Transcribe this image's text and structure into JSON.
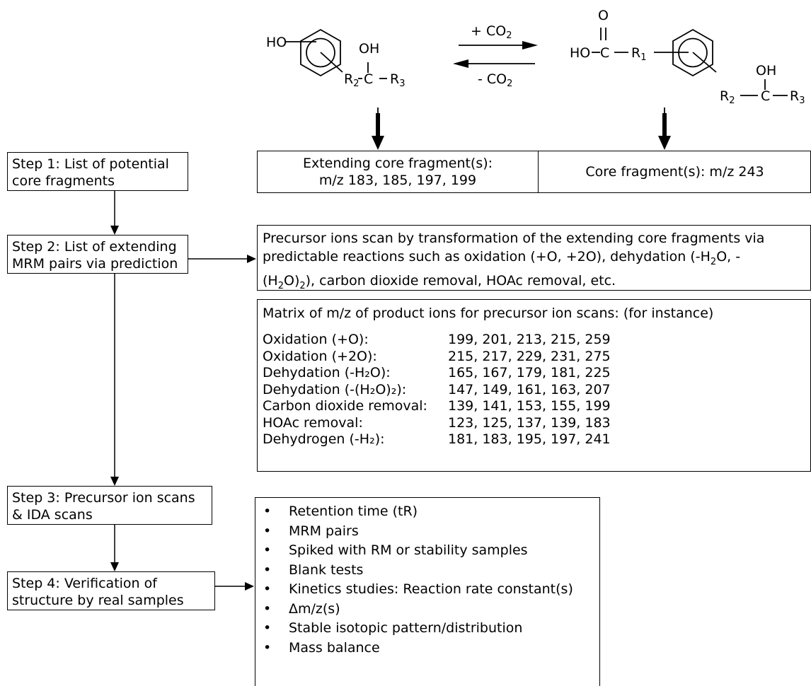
{
  "reaction": {
    "left_ho": "HO",
    "left_oh": "OH",
    "left_c": "C",
    "left_r2": "R",
    "left_r2_sub": "2",
    "left_r3": "R",
    "left_r3_sub": "3",
    "forward": "+ CO",
    "forward_sub": "2",
    "reverse": "- CO",
    "reverse_sub": "2",
    "right_o": "O",
    "right_ho": "HO",
    "right_c": "C",
    "right_r1": "R",
    "right_r1_sub": "1",
    "right_oh": "OH",
    "right_r2": "R",
    "right_r2_sub": "2",
    "right_c2": "C",
    "right_r3": "R",
    "right_r3_sub": "3"
  },
  "steps": [
    {
      "line1": "Step 1: List of potential",
      "line2": "core fragments"
    },
    {
      "line1": "Step 2: List of extending",
      "line2": "MRM pairs via prediction"
    },
    {
      "line1": "Step 3: Precursor ion scans",
      "line2": "& IDA scans"
    },
    {
      "line1": "Step 4: Verification of",
      "line2": "structure by real samples"
    }
  ],
  "fragments": {
    "extending_line1": "Extending core fragment(s):",
    "extending_line2": "m/z 183, 185, 197, 199",
    "core": "Core fragment(s): m/z 243"
  },
  "precursor": {
    "line1": "Precursor ions scan by transformation of the extending core fragments via",
    "line2_a": "predictable reactions such as oxidation (+O, +2O), dehydation (-H",
    "line2_sub": "2",
    "line2_b": "O, -",
    "line3_a": "(H",
    "line3_sub": "2",
    "line3_b": "O)",
    "line3_sub2": "2",
    "line3_c": "), carbon dioxide removal, HOAc removal, etc."
  },
  "matrix": {
    "title": "Matrix of m/z of product ions for precursor ion scans: (for instance)",
    "rows": [
      {
        "label": "Oxidation (+O):",
        "values": "199, 201, 213, 215, 259"
      },
      {
        "label": "Oxidation (+2O):",
        "values": "215, 217, 229, 231, 275"
      },
      {
        "label": "Dehydation (-H₂O):",
        "values": "165, 167, 179, 181, 225"
      },
      {
        "label": "Dehydation (-(H₂O)₂):",
        "values": "147, 149, 161, 163, 207"
      },
      {
        "label": "Carbon dioxide removal:",
        "values": "139, 141, 153, 155, 199"
      },
      {
        "label": "HOAc removal:",
        "values": "123, 125, 137, 139, 183"
      },
      {
        "label": "Dehydrogen (-H₂):",
        "values": "181, 183, 195, 197, 241"
      }
    ]
  },
  "verification": {
    "bullet": "•",
    "items": [
      "Retention time (tR)",
      "MRM pairs",
      "Spiked with RM or stability samples",
      "Blank tests",
      "Kinetics studies: Reaction rate constant(s)",
      "Δm/z(s)",
      "Stable isotopic pattern/distribution",
      "Mass balance"
    ]
  }
}
